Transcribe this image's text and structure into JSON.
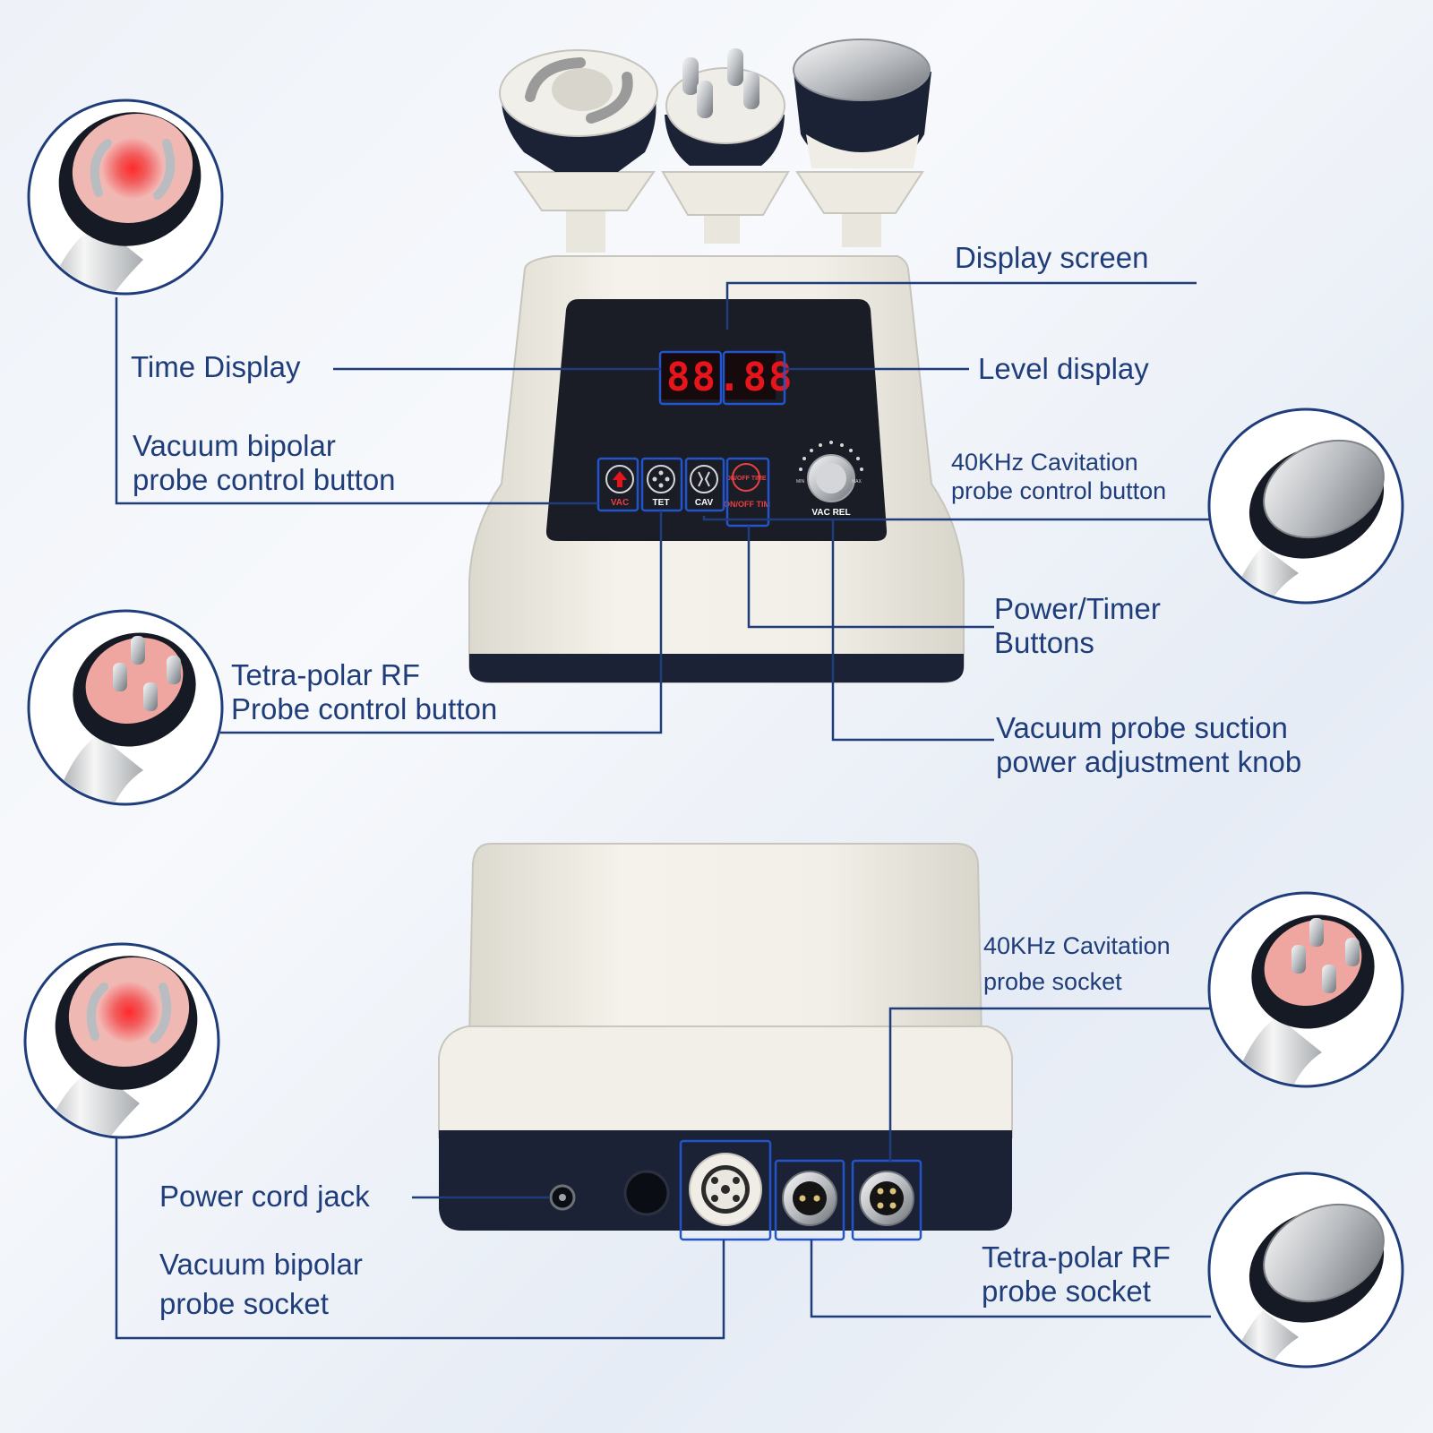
{
  "display": {
    "digits": "88.88"
  },
  "panel": {
    "vac": "VAC",
    "tet": "TET",
    "cav": "CAV",
    "time_upper": "ON/OFF TIME",
    "time_lower": "ON/OFF TIM",
    "knob": "VAC REL",
    "knob_min": "MIN",
    "knob_max": "MAX"
  },
  "labels": {
    "display_screen": "Display screen",
    "time_display": "Time Display",
    "level_display": "Level display",
    "vacuum_button_1": "Vacuum bipolar",
    "vacuum_button_2": "probe control button",
    "cavitation_button_1": "40KHz Cavitation",
    "cavitation_button_2": "probe control button",
    "power_timer_1": "Power/Timer",
    "power_timer_2": "Buttons",
    "tetra_button_1": "Tetra-polar RF",
    "tetra_button_2": "Probe control button",
    "knob_1": "Vacuum probe suction",
    "knob_2": "power adjustment knob",
    "cavitation_socket_1": "40KHz Cavitation",
    "cavitation_socket_2": "probe socket",
    "power_jack": "Power cord jack",
    "vacuum_socket_1": "Vacuum bipolar",
    "vacuum_socket_2": "probe socket",
    "tetra_socket_1": "Tetra-polar RF",
    "tetra_socket_2": "probe socket"
  },
  "colors": {
    "callout": "#1f3d7a",
    "highlight": "#2255cc",
    "led": "#e8141c"
  }
}
